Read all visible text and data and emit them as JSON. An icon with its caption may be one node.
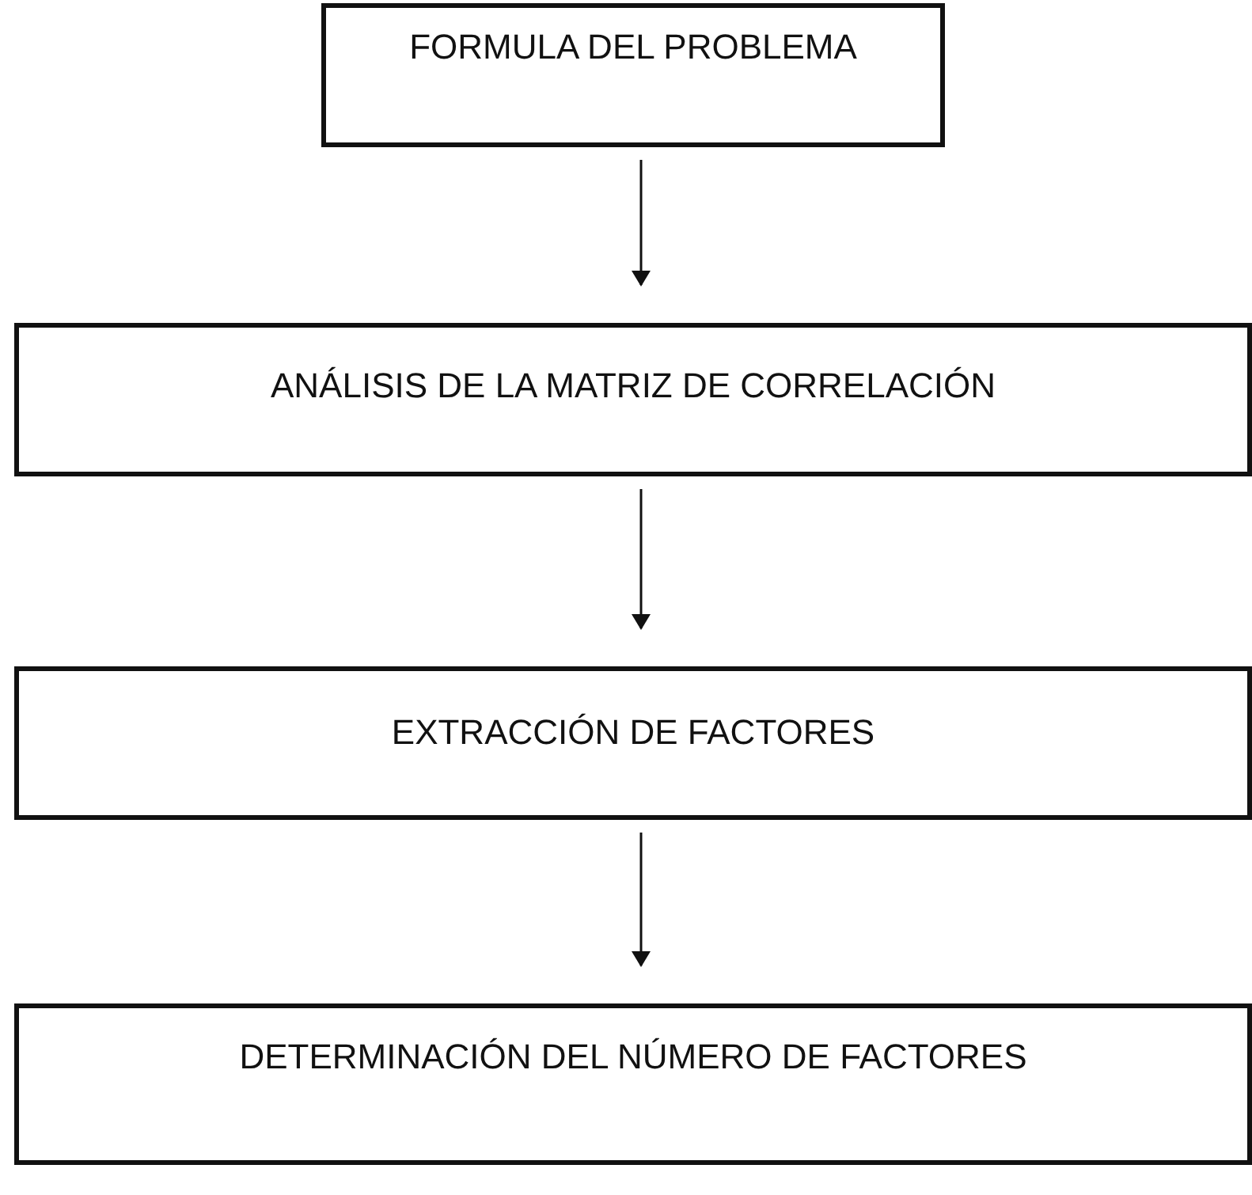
{
  "diagram": {
    "nodes": [
      {
        "text": [
          "FORMULA DEL PROBLEMA"
        ]
      },
      {
        "text": [
          "ANÁLISIS DE LA MATRIZ DE CORRELACIÓN"
        ]
      },
      {
        "text": [
          "EXTRACCIÓN DE FACTORES"
        ]
      },
      {
        "text": [
          "DETERMINACIÓN DEL NÚMERO DE FACTORES"
        ]
      }
    ],
    "edges": [
      {
        "from": 0,
        "to": 1,
        "arrow": "to"
      },
      {
        "from": 1,
        "to": 2,
        "arrow": "to"
      },
      {
        "from": 2,
        "to": 3,
        "arrow": "to"
      }
    ]
  }
}
